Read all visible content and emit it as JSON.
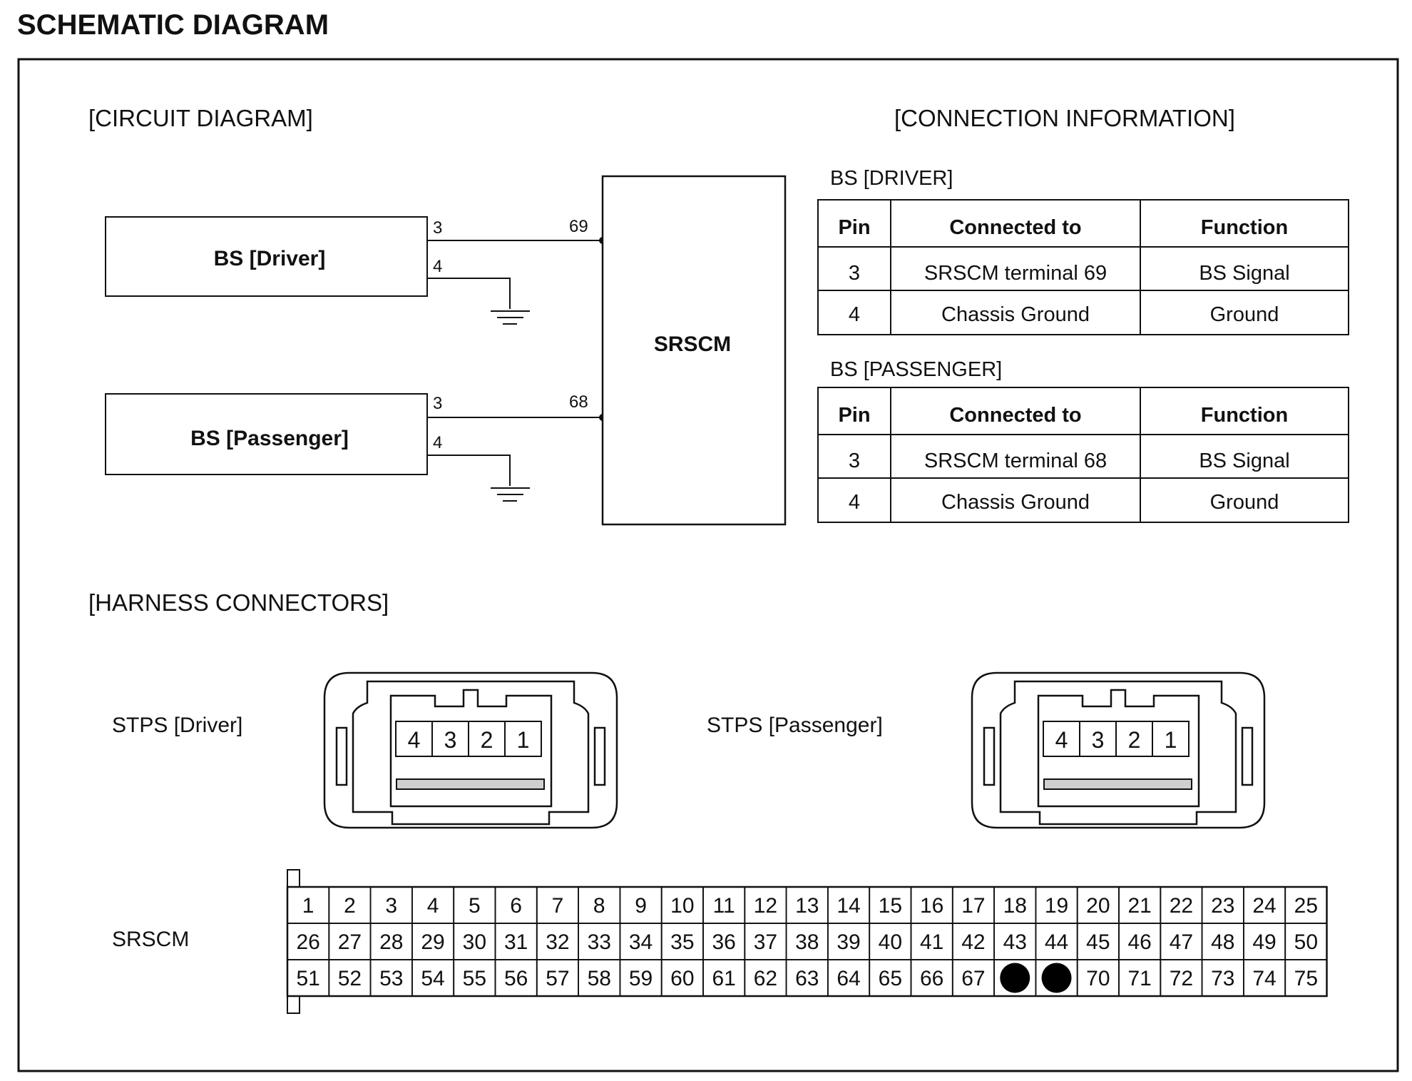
{
  "page_title": "SCHEMATIC DIAGRAM",
  "circuit": {
    "heading": "[CIRCUIT DIAGRAM]",
    "components": [
      {
        "label": "BS [Driver]",
        "pins": [
          "3",
          "4"
        ],
        "srscm_terminal": "69"
      },
      {
        "label": "BS [Passenger]",
        "pins": [
          "3",
          "4"
        ],
        "srscm_terminal": "68"
      }
    ],
    "module_label": "SRSCM"
  },
  "connection": {
    "heading": "[CONNECTION INFORMATION]",
    "tables": [
      {
        "title": "BS [DRIVER]",
        "headers": [
          "Pin",
          "Connected to",
          "Function"
        ],
        "rows": [
          [
            "3",
            "SRSCM terminal 69",
            "BS Signal"
          ],
          [
            "4",
            "Chassis Ground",
            "Ground"
          ]
        ]
      },
      {
        "title": "BS [PASSENGER]",
        "headers": [
          "Pin",
          "Connected to",
          "Function"
        ],
        "rows": [
          [
            "3",
            "SRSCM terminal 68",
            "BS Signal"
          ],
          [
            "4",
            "Chassis Ground",
            "Ground"
          ]
        ]
      }
    ]
  },
  "harness": {
    "heading": "[HARNESS CONNECTORS]",
    "stps_connectors": [
      {
        "label": "STPS [Driver]",
        "pins": [
          "4",
          "3",
          "2",
          "1"
        ]
      },
      {
        "label": "STPS [Passenger]",
        "pins": [
          "4",
          "3",
          "2",
          "1"
        ]
      }
    ],
    "srscm_connector": {
      "label": "SRSCM",
      "rows": [
        [
          "1",
          "2",
          "3",
          "4",
          "5",
          "6",
          "7",
          "8",
          "9",
          "10",
          "11",
          "12",
          "13",
          "14",
          "15",
          "16",
          "17",
          "18",
          "19",
          "20",
          "21",
          "22",
          "23",
          "24",
          "25"
        ],
        [
          "26",
          "27",
          "28",
          "29",
          "30",
          "31",
          "32",
          "33",
          "34",
          "35",
          "36",
          "37",
          "38",
          "39",
          "40",
          "41",
          "42",
          "43",
          "44",
          "45",
          "46",
          "47",
          "48",
          "49",
          "50"
        ],
        [
          "51",
          "52",
          "53",
          "54",
          "55",
          "56",
          "57",
          "58",
          "59",
          "60",
          "61",
          "62",
          "63",
          "64",
          "65",
          "66",
          "67",
          "",
          "",
          "70",
          "71",
          "72",
          "73",
          "74",
          "75"
        ]
      ],
      "filled_pin_slots": [
        [
          2,
          17
        ],
        [
          2,
          18
        ]
      ]
    }
  }
}
